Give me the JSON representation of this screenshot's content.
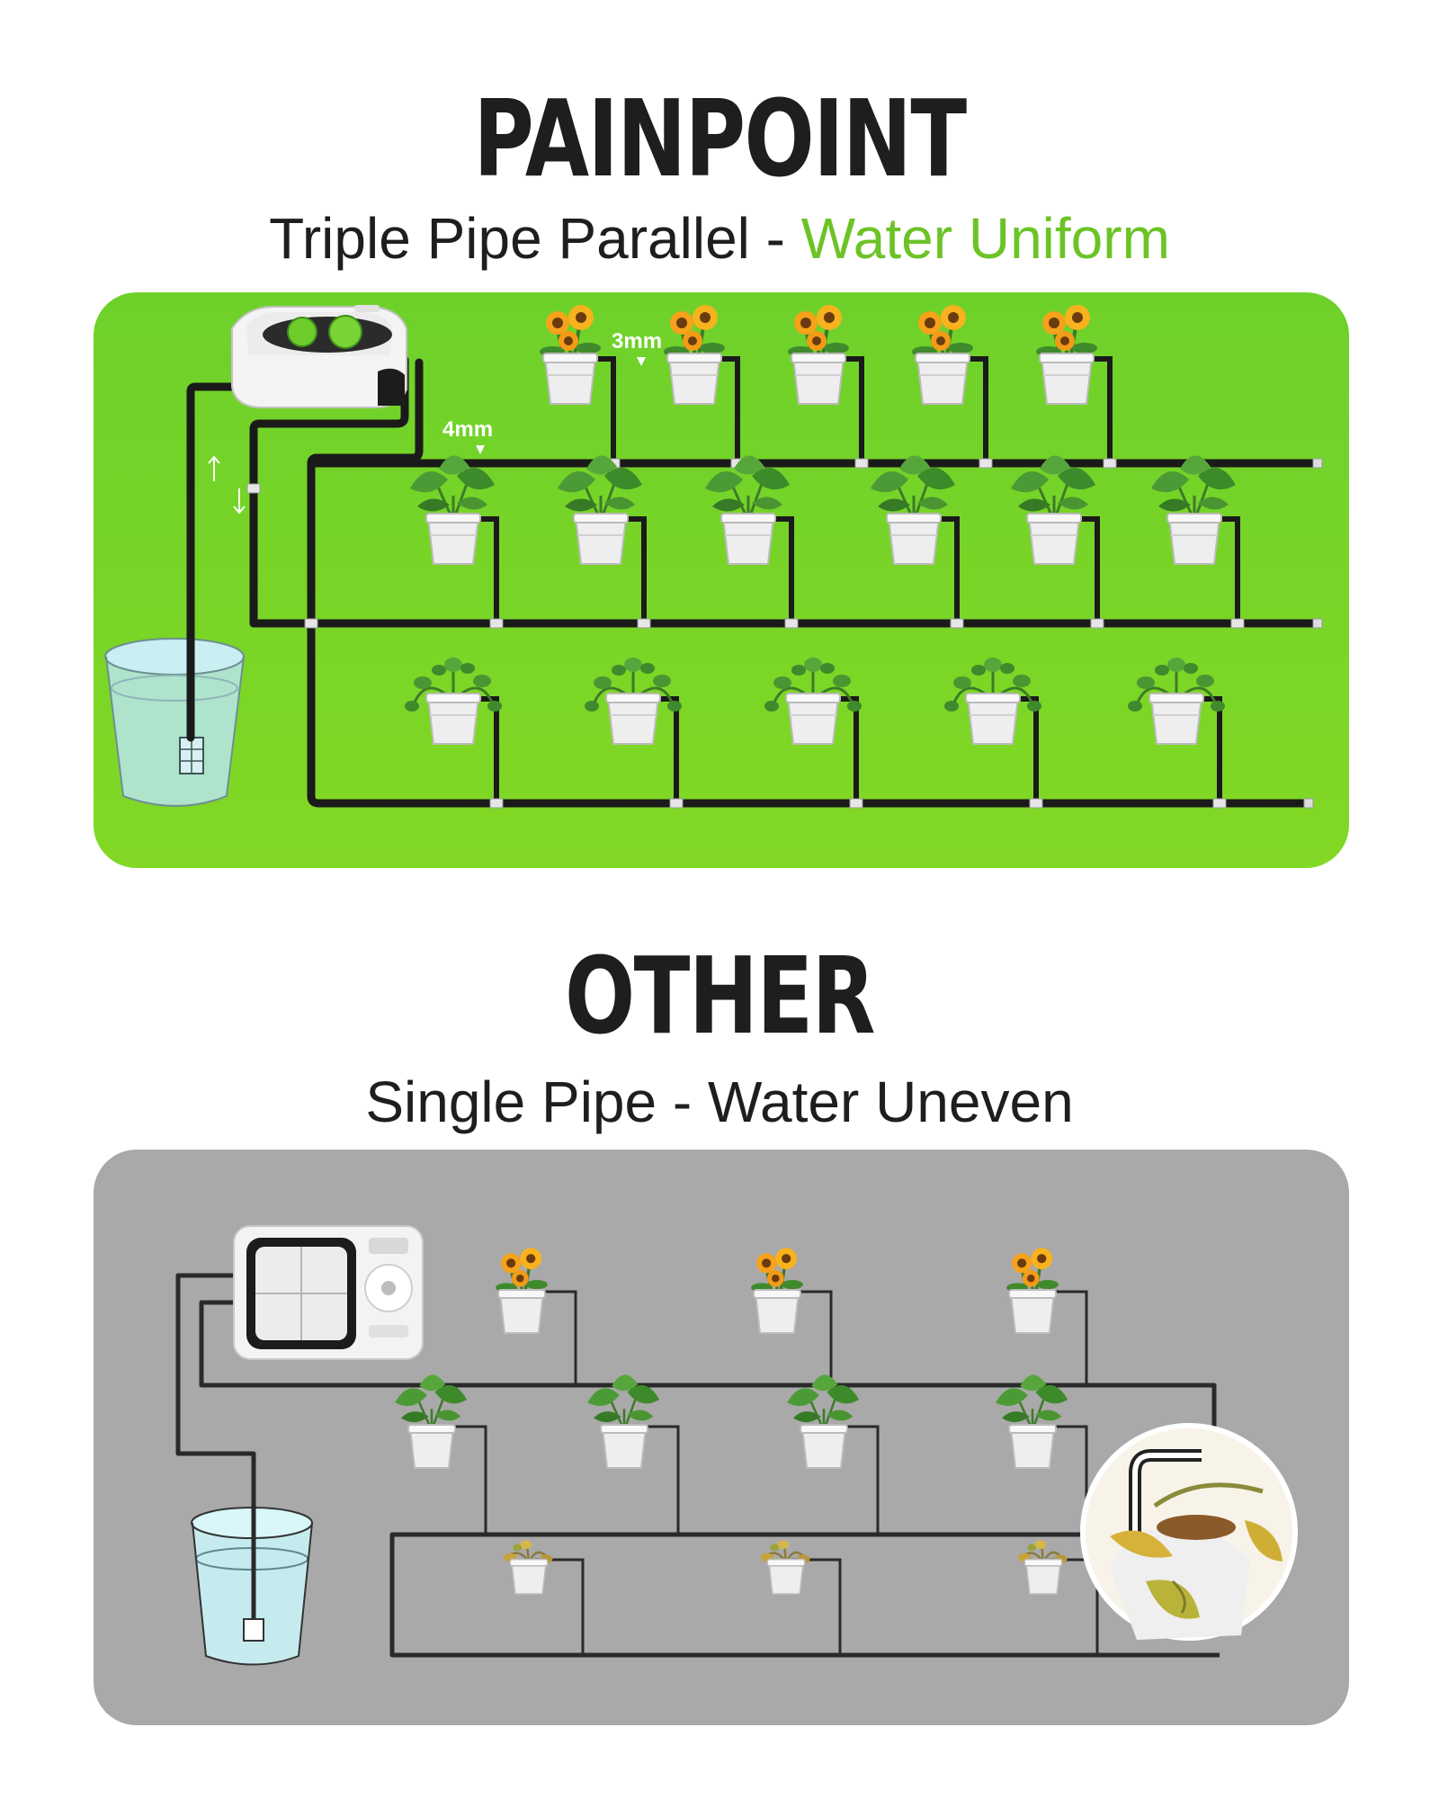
{
  "top_section": {
    "title": "PAINPOINT",
    "subtitle_prefix": "Triple Pipe Parallel - ",
    "subtitle_highlight": "Water Uniform",
    "pipe_label_small": "3mm",
    "pipe_label_large": "4mm",
    "rows": [
      {
        "plant": "sunflower",
        "count": 5
      },
      {
        "plant": "monstera",
        "count": 6
      },
      {
        "plant": "trailing-plant",
        "count": 5
      }
    ]
  },
  "bottom_section": {
    "title": "OTHER",
    "subtitle": "Single Pipe - Water Uneven",
    "rows": [
      {
        "plant": "sunflower",
        "count": 3
      },
      {
        "plant": "monstera",
        "count": 4
      },
      {
        "plant": "wilted-plant",
        "count": 3
      }
    ]
  },
  "colors": {
    "accent": "#6cc326",
    "green_panel": "#76d426",
    "gray_panel": "#a9a9a9",
    "pipe": "#1a1a1a"
  }
}
